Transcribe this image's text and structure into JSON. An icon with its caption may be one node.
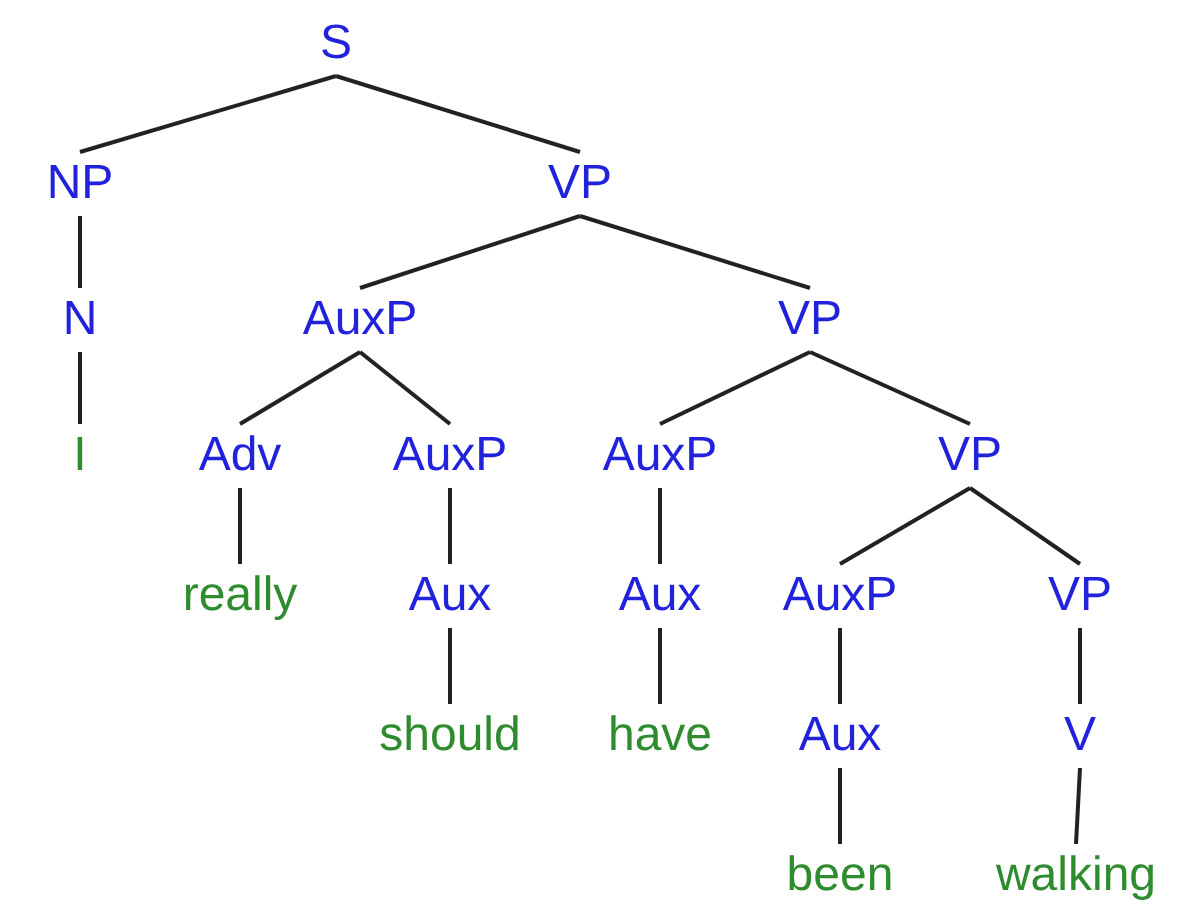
{
  "diagram": {
    "nodes": [
      {
        "text": [
          "S"
        ]
      },
      {
        "text": [
          "NP"
        ]
      },
      {
        "text": [
          "VP"
        ]
      },
      {
        "text": [
          "N"
        ]
      },
      {
        "text": [
          "AuxP"
        ]
      },
      {
        "text": [
          "VP"
        ]
      },
      {
        "text": [
          "I"
        ]
      },
      {
        "text": [
          "Adv"
        ]
      },
      {
        "text": [
          "AuxP"
        ]
      },
      {
        "text": [
          "AuxP"
        ]
      },
      {
        "text": [
          "VP"
        ]
      },
      {
        "text": [
          "really"
        ]
      },
      {
        "text": [
          "Aux"
        ]
      },
      {
        "text": [
          "Aux"
        ]
      },
      {
        "text": [
          "AuxP"
        ]
      },
      {
        "text": [
          "VP"
        ]
      },
      {
        "text": [
          "should"
        ]
      },
      {
        "text": [
          "have"
        ]
      },
      {
        "text": [
          "Aux"
        ]
      },
      {
        "text": [
          "V"
        ]
      },
      {
        "text": [
          "been"
        ]
      },
      {
        "text": [
          "walking"
        ]
      }
    ],
    "edges": [
      {
        "from": 0,
        "to": 1,
        "arrow": "none"
      },
      {
        "from": 0,
        "to": 2,
        "arrow": "none"
      },
      {
        "from": 1,
        "to": 3,
        "arrow": "none"
      },
      {
        "from": 2,
        "to": 4,
        "arrow": "none"
      },
      {
        "from": 2,
        "to": 5,
        "arrow": "none"
      },
      {
        "from": 3,
        "to": 6,
        "arrow": "none"
      },
      {
        "from": 4,
        "to": 7,
        "arrow": "none"
      },
      {
        "from": 4,
        "to": 8,
        "arrow": "none"
      },
      {
        "from": 5,
        "to": 9,
        "arrow": "none"
      },
      {
        "from": 5,
        "to": 10,
        "arrow": "none"
      },
      {
        "from": 7,
        "to": 11,
        "arrow": "none"
      },
      {
        "from": 8,
        "to": 12,
        "arrow": "none"
      },
      {
        "from": 9,
        "to": 13,
        "arrow": "none"
      },
      {
        "from": 10,
        "to": 14,
        "arrow": "none"
      },
      {
        "from": 10,
        "to": 15,
        "arrow": "none"
      },
      {
        "from": 12,
        "to": 16,
        "arrow": "none"
      },
      {
        "from": 13,
        "to": 17,
        "arrow": "none"
      },
      {
        "from": 14,
        "to": 18,
        "arrow": "none"
      },
      {
        "from": 15,
        "to": 19,
        "arrow": "none"
      },
      {
        "from": 18,
        "to": 20,
        "arrow": "none"
      },
      {
        "from": 19,
        "to": 21,
        "arrow": "none"
      }
    ]
  }
}
